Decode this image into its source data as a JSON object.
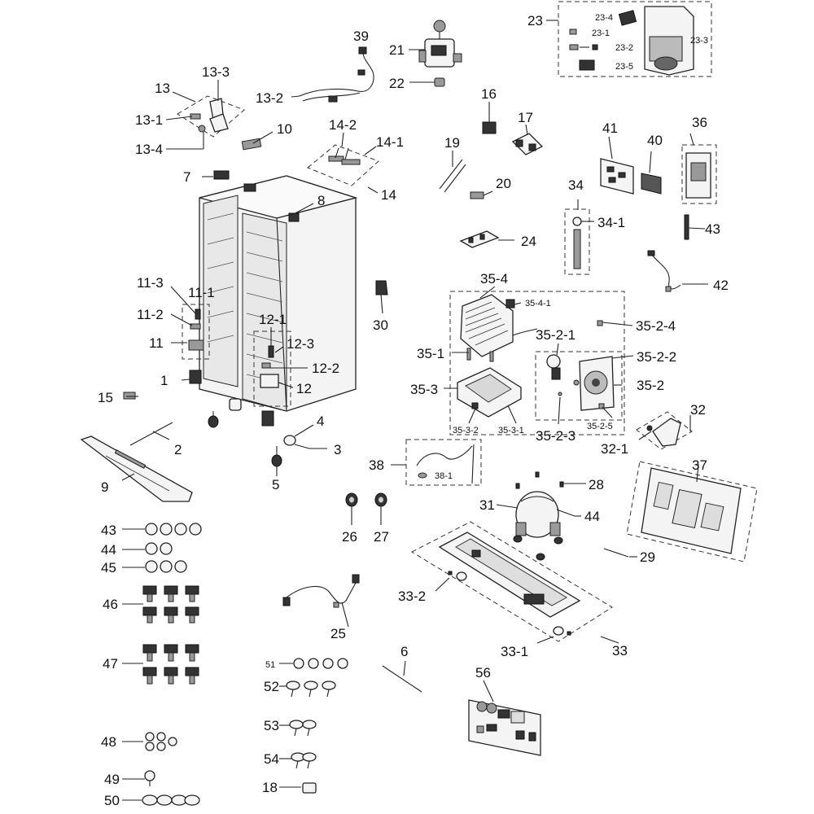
{
  "labels": {
    "p1": "1",
    "p2": "2",
    "p3": "3",
    "p4": "4",
    "p5": "5",
    "p6": "6",
    "p7": "7",
    "p8": "8",
    "p9": "9",
    "p10": "10",
    "p11": "11",
    "p11_1": "11-1",
    "p11_2": "11-2",
    "p11_3": "11-3",
    "p12": "12",
    "p12_1": "12-1",
    "p12_2": "12-2",
    "p12_3": "12-3",
    "p13": "13",
    "p13_1": "13-1",
    "p13_2": "13-2",
    "p13_3": "13-3",
    "p13_4": "13-4",
    "p14": "14",
    "p14_1": "14-1",
    "p14_2": "14-2",
    "p15": "15",
    "p16": "16",
    "p17": "17",
    "p18": "18",
    "p19": "19",
    "p20": "20",
    "p21": "21",
    "p22": "22",
    "p23": "23",
    "p23_1": "23-1",
    "p23_2": "23-2",
    "p23_3": "23-3",
    "p23_4": "23-4",
    "p23_5": "23-5",
    "p24": "24",
    "p25": "25",
    "p26": "26",
    "p27": "27",
    "p28": "28",
    "p29": "29",
    "p30": "30",
    "p31": "31",
    "p32": "32",
    "p32_1": "32-1",
    "p33": "33",
    "p33_1": "33-1",
    "p33_2": "33-2",
    "p34": "34",
    "p34_1": "34-1",
    "p35_1": "35-1",
    "p35_2": "35-2",
    "p35_2_1": "35-2-1",
    "p35_2_2": "35-2-2",
    "p35_2_3": "35-2-3",
    "p35_2_4": "35-2-4",
    "p35_2_5": "35-2-5",
    "p35_3": "35-3",
    "p35_3_1": "35-3-1",
    "p35_3_2": "35-3-2",
    "p35_4": "35-4",
    "p35_4_1": "35-4-1",
    "p36": "36",
    "p37": "37",
    "p38": "38",
    "p38_1": "38-1",
    "p39": "39",
    "p40": "40",
    "p41": "41",
    "p42": "42",
    "p43a": "43",
    "p44a": "44",
    "p43": "43",
    "p44": "44",
    "p45": "45",
    "p46": "46",
    "p47": "47",
    "p48": "48",
    "p49": "49",
    "p50": "50",
    "p51": "51",
    "p52": "52",
    "p53": "53",
    "p54": "54",
    "p56": "56"
  }
}
